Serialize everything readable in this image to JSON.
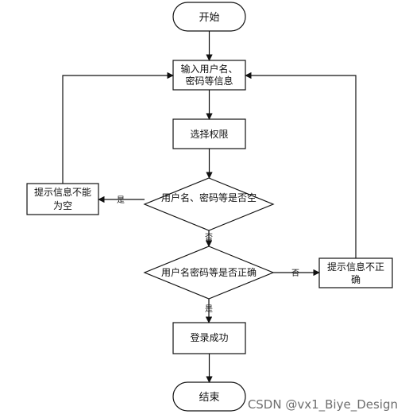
{
  "diagram": {
    "nodes": {
      "start": "开始",
      "input": [
        "输入用户名、",
        "密码等信息"
      ],
      "permission": "选择权限",
      "check_empty": "用户名、密码等是否空",
      "msg_empty": [
        "提示信息不能",
        "为空"
      ],
      "check_correct": "用户名密码等是否正确",
      "msg_wrong": [
        "提示信息不正",
        "确"
      ],
      "success": "登录成功",
      "end": "结束"
    },
    "edge_labels": {
      "empty_yes": "是",
      "empty_no": "否",
      "correct_no": "否",
      "correct_yes": "是"
    }
  },
  "watermark": "CSDN @vx1_Biye_Design"
}
